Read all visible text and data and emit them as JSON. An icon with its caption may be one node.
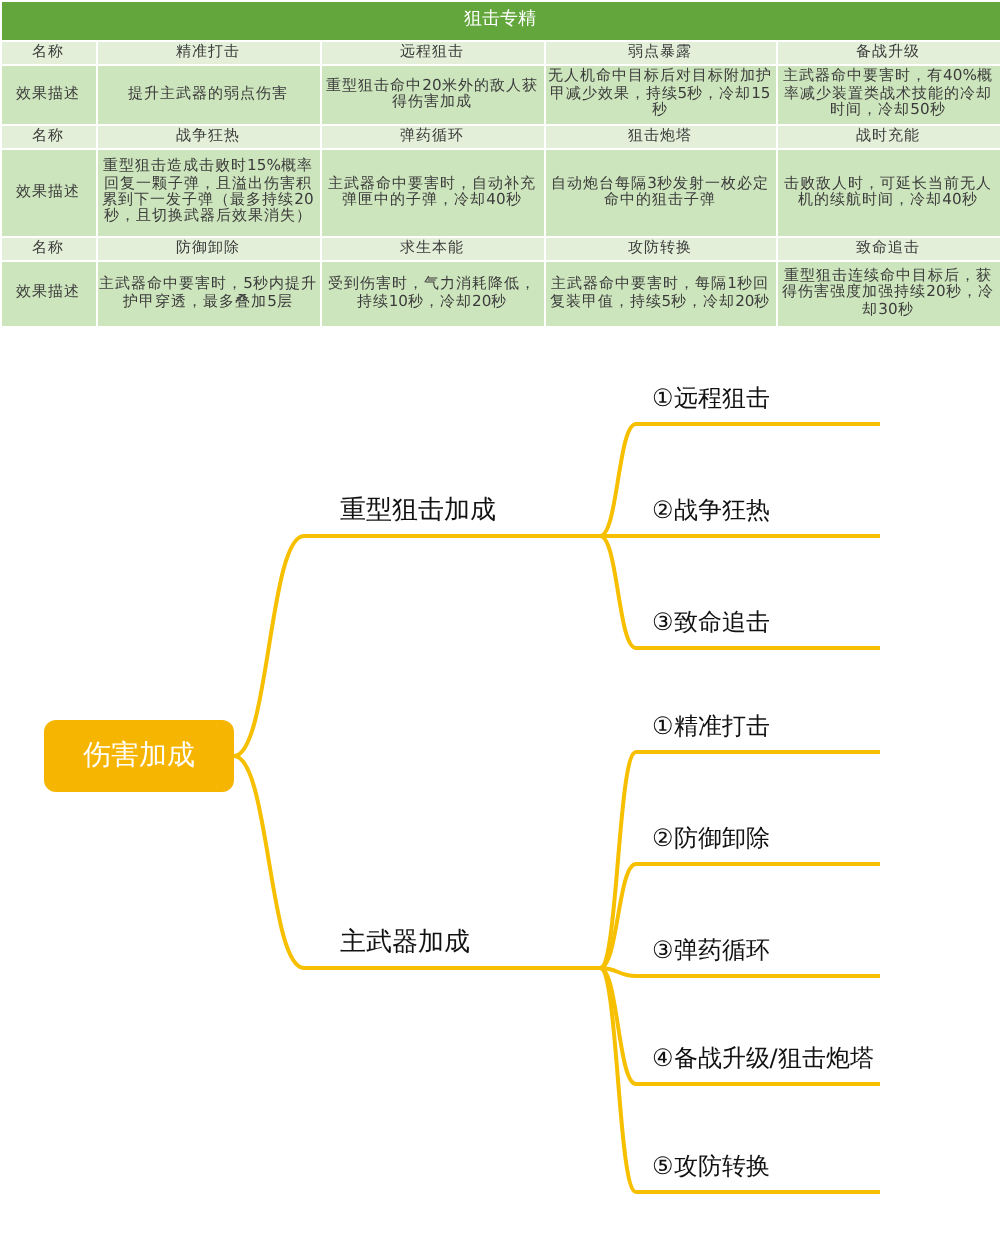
{
  "diagram": {
    "nodes": [
      {
        "text": [
          "伤害加成"
        ]
      },
      {
        "text": [
          "重型狙击加成"
        ]
      },
      {
        "text": [
          "①远程狙击"
        ]
      },
      {
        "text": [
          "②战争狂热"
        ]
      },
      {
        "text": [
          "③致命追击"
        ]
      },
      {
        "text": [
          "主武器加成"
        ]
      },
      {
        "text": [
          "①精准打击"
        ]
      },
      {
        "text": [
          "②防御卸除"
        ]
      },
      {
        "text": [
          "③弹药循环"
        ]
      },
      {
        "text": [
          "④备战升级/狙击炮塔"
        ]
      },
      {
        "text": [
          "⑤攻防转换"
        ]
      }
    ],
    "edges": [
      {
        "from": 0,
        "to": 1,
        "arrow": "none"
      },
      {
        "from": 0,
        "to": 5,
        "arrow": "none"
      },
      {
        "from": 1,
        "to": 2,
        "arrow": "none"
      },
      {
        "from": 1,
        "to": 3,
        "arrow": "none"
      },
      {
        "from": 1,
        "to": 4,
        "arrow": "none"
      },
      {
        "from": 5,
        "to": 6,
        "arrow": "none"
      },
      {
        "from": 5,
        "to": 7,
        "arrow": "none"
      },
      {
        "from": 5,
        "to": 8,
        "arrow": "none"
      },
      {
        "from": 5,
        "to": 9,
        "arrow": "none"
      },
      {
        "from": 5,
        "to": 10,
        "arrow": "none"
      }
    ],
    "labels": [
      "狙击专精",
      "名称",
      "精准打击",
      "远程狙击",
      "弱点暴露",
      "备战升级",
      "效果描述",
      "提升主武器的弱点伤害",
      "重型狙击命中20米外的敌人获得伤害加成",
      "无人机命中目标后对目标附加护甲减少效果，持续5秒，冷却15秒",
      "主武器命中要害时，有40%概率减少装置类战术技能的冷却时间，冷却50秒",
      "名称",
      "战争狂热",
      "弹药循环",
      "狙击炮塔",
      "战时充能",
      "效果描述",
      "重型狙击造成击败时15%概率回复一颗子弹，且溢出伤害积累到下一发子弹（最多持续20秒，且切换武器后效果消失）",
      "主武器命中要害时，自动补充弹匣中的子弹，冷却40秒",
      "自动炮台每隔3秒发射一枚必定命中的狙击子弹",
      "击败敌人时，可延长当前无人机的续航时间，冷却40秒",
      "名称",
      "防御卸除",
      "求生本能",
      "攻防转换",
      "致命追击",
      "效果描述",
      "主武器命中要害时，5秒内提升护甲穿透，最多叠加5层",
      "受到伤害时，气力消耗降低，持续10秒，冷却20秒",
      "主武器命中要害时，每隔1秒回复装甲值，持续5秒，冷却20秒",
      "重型狙击连续命中目标后，获得伤害强度加强持续20秒，冷却30秒"
    ]
  }
}
